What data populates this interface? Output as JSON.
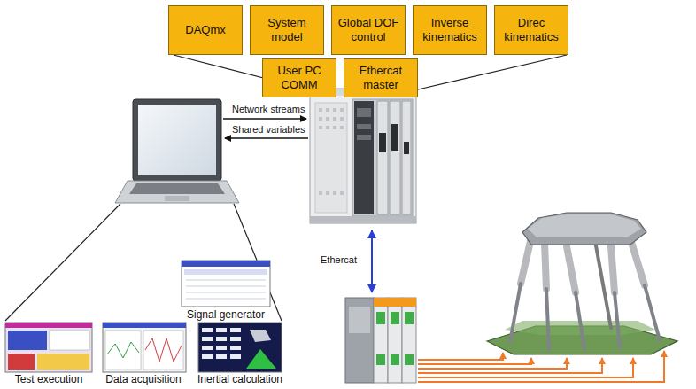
{
  "diagram": {
    "nodes": [
      {
        "text": [
          "DAQmx"
        ]
      },
      {
        "text": [
          "System model"
        ]
      },
      {
        "text": [
          "Global DOF control"
        ]
      },
      {
        "text": [
          "Inverse kinematics"
        ]
      },
      {
        "text": [
          "Direc kinematics"
        ]
      },
      {
        "text": [
          "User PC COMM"
        ]
      },
      {
        "text": [
          "Ethercat master"
        ]
      },
      {
        "text": [
          "Signal generator"
        ]
      },
      {
        "text": [
          "Test execution"
        ]
      },
      {
        "text": [
          "Data acquisition"
        ]
      },
      {
        "text": [
          "Inertial calculation"
        ]
      }
    ],
    "labels": [
      "Network streams",
      "Shared variables",
      "Ethercat"
    ]
  }
}
